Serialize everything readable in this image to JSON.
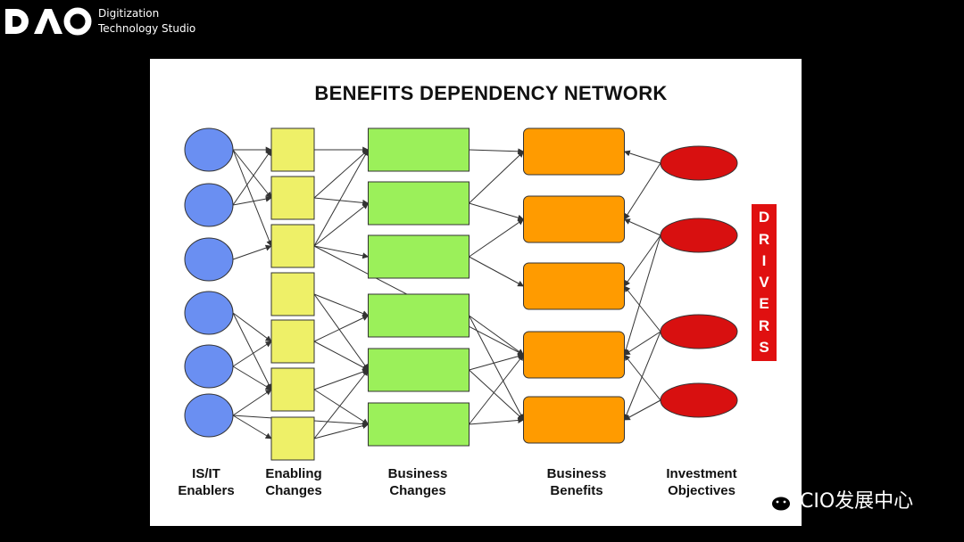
{
  "brand": {
    "logo": "DAO",
    "line1": "Digitization",
    "line2": "Technology Studio"
  },
  "slide": {
    "title": "BENEFITS DEPENDENCY NETWORK",
    "columns": [
      {
        "line1": "IS/IT",
        "line2": "Enablers"
      },
      {
        "line1": "Enabling",
        "line2": "Changes"
      },
      {
        "line1": "Business",
        "line2": "Changes"
      },
      {
        "line1": "Business",
        "line2": "Benefits"
      },
      {
        "line1": "Investment",
        "line2": "Objectives"
      }
    ],
    "drivers_letters": [
      "D",
      "R",
      "I",
      "V",
      "E",
      "R",
      "S"
    ]
  },
  "network": {
    "counts": {
      "enablers": 6,
      "enabling_changes": 7,
      "business_changes": 6,
      "benefits": 5,
      "objectives": 4
    },
    "colors": {
      "enabler": "#6a8ff2",
      "enabling_change": "#eef068",
      "business_change": "#9bf05a",
      "benefit": "#ff9b00",
      "objective": "#d81010",
      "drivers": "#e01010"
    },
    "links": {
      "enabler_to_ec": [
        [
          0,
          0
        ],
        [
          0,
          1
        ],
        [
          0,
          2
        ],
        [
          1,
          1
        ],
        [
          1,
          0
        ],
        [
          2,
          2
        ],
        [
          3,
          4
        ],
        [
          3,
          5
        ],
        [
          4,
          5
        ],
        [
          4,
          4
        ],
        [
          5,
          6
        ],
        [
          5,
          5
        ]
      ],
      "ec_to_bc": [
        [
          0,
          0
        ],
        [
          1,
          0
        ],
        [
          1,
          1
        ],
        [
          2,
          0
        ],
        [
          2,
          2
        ],
        [
          2,
          1
        ],
        [
          3,
          3
        ],
        [
          3,
          4
        ],
        [
          4,
          3
        ],
        [
          4,
          4
        ],
        [
          5,
          4
        ],
        [
          5,
          5
        ],
        [
          6,
          5
        ],
        [
          6,
          4
        ]
      ],
      "bc_to_ben": [
        [
          0,
          0
        ],
        [
          1,
          1
        ],
        [
          1,
          0
        ],
        [
          2,
          1
        ],
        [
          2,
          2
        ],
        [
          3,
          3
        ],
        [
          3,
          4
        ],
        [
          4,
          3
        ],
        [
          4,
          4
        ],
        [
          5,
          4
        ],
        [
          5,
          3
        ]
      ],
      "obj_to_ben": [
        [
          0,
          0
        ],
        [
          0,
          1
        ],
        [
          1,
          1
        ],
        [
          1,
          2
        ],
        [
          1,
          3
        ],
        [
          2,
          2
        ],
        [
          2,
          3
        ],
        [
          2,
          4
        ],
        [
          3,
          3
        ],
        [
          3,
          4
        ]
      ],
      "long_links": [
        [
          "ec",
          2,
          "ben",
          3
        ],
        [
          "enabler",
          5,
          "bc",
          5
        ]
      ]
    }
  },
  "watermark": {
    "text": "CIO发展中心"
  }
}
